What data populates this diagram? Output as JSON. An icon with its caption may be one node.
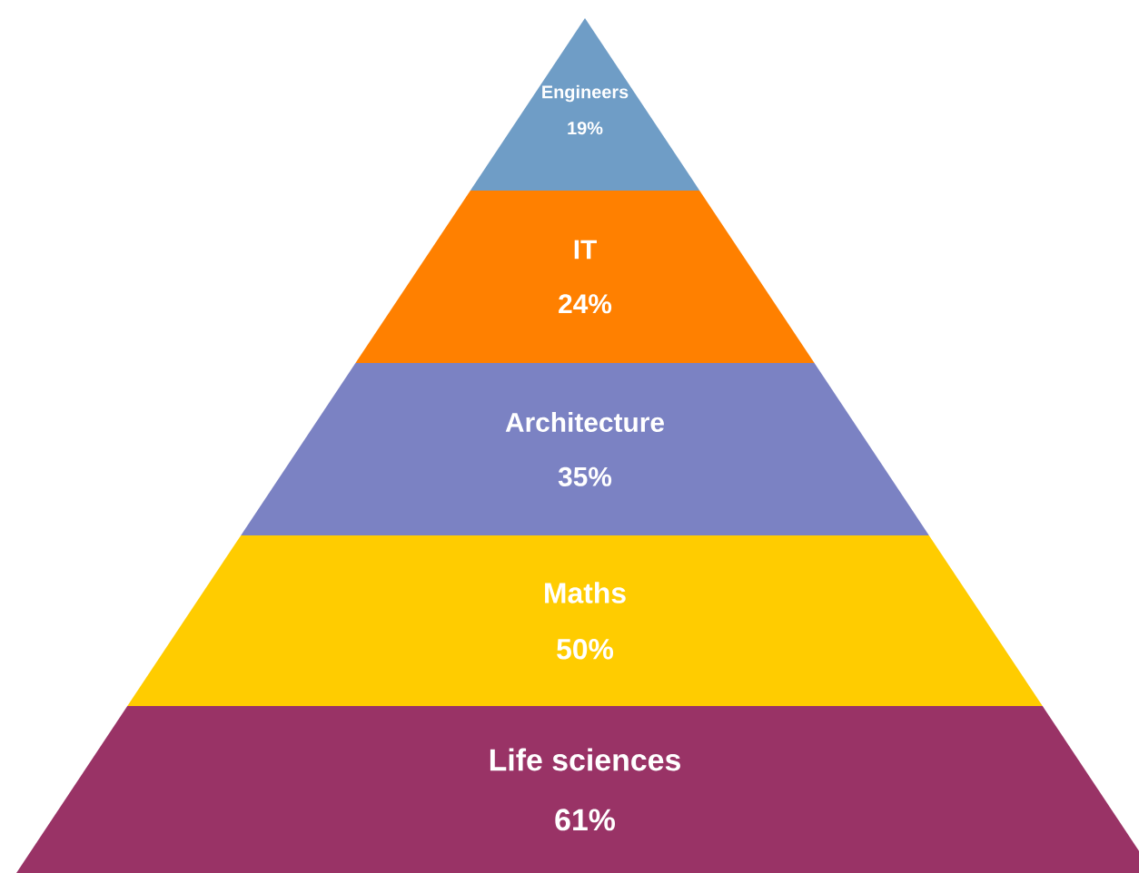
{
  "diagram": {
    "nodes": [
      {
        "text": [
          "Engineers",
          "19%"
        ]
      },
      {
        "text": [
          "IT",
          "24%"
        ]
      },
      {
        "text": [
          "Architecture",
          "35%"
        ]
      },
      {
        "text": [
          "Maths",
          "50%"
        ]
      },
      {
        "text": [
          "Life sciences",
          "61%"
        ]
      }
    ]
  }
}
